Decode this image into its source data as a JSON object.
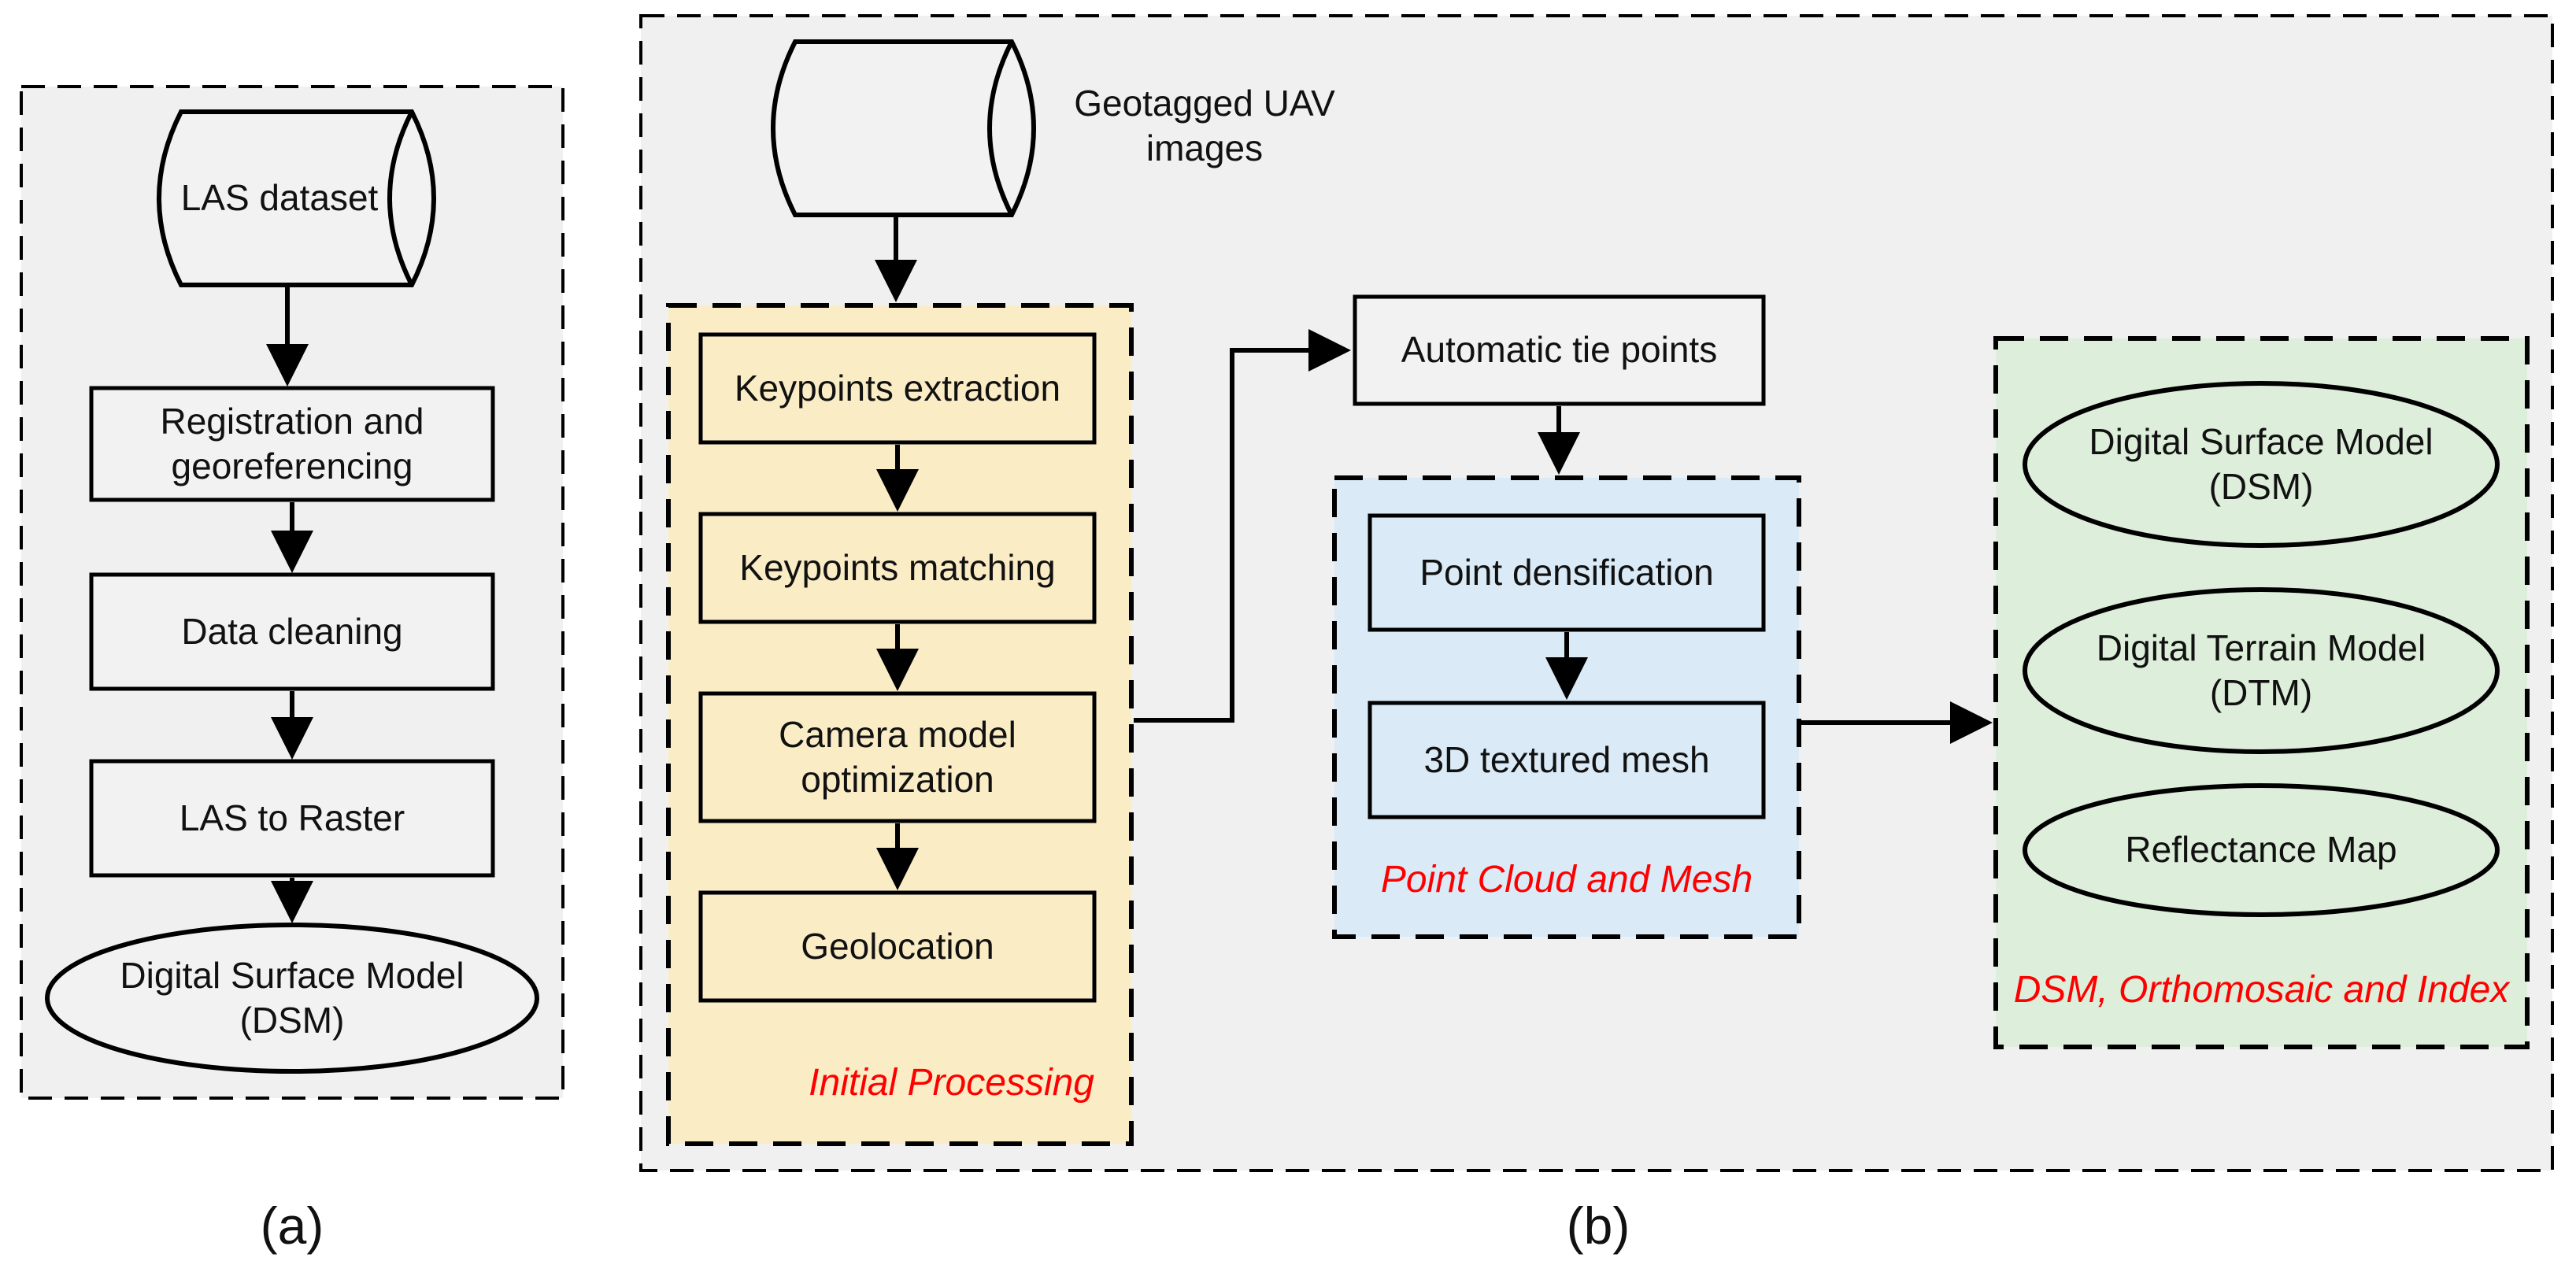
{
  "figure": {
    "label_a": "(a)",
    "label_b": "(b)"
  },
  "colors": {
    "panel_background": "#f0f0f0",
    "node_background": "#f2f2f2",
    "initial_processing_fill": "#faecc5",
    "point_cloud_fill": "#daeaf6",
    "outputs_fill": "#ddeeda",
    "stroke": "#000000",
    "group_title_red": "#ff0000"
  },
  "panel_a": {
    "cylinder_label": "LAS dataset",
    "step1_line1": "Registration and",
    "step1_line2": "georeferencing",
    "step2": "Data cleaning",
    "step3": "LAS to Raster",
    "output_line1": "Digital Surface Model",
    "output_line2": "(DSM)"
  },
  "panel_b": {
    "source_line1": "Geotagged UAV",
    "source_line2": "images",
    "initial_processing": {
      "title": "Initial Processing",
      "step1": "Keypoints extraction",
      "step2": "Keypoints matching",
      "step3_line1": "Camera model",
      "step3_line2": "optimization",
      "step4": "Geolocation"
    },
    "tie_points": "Automatic tie points",
    "point_cloud": {
      "title": "Point Cloud and Mesh",
      "step1": "Point densification",
      "step2": "3D textured mesh"
    },
    "outputs": {
      "title": "DSM, Orthomosaic and Index",
      "ellipse1_line1": "Digital Surface Model",
      "ellipse1_line2": "(DSM)",
      "ellipse2_line1": "Digital Terrain Model",
      "ellipse2_line2": "(DTM)",
      "ellipse3": "Reflectance Map"
    }
  }
}
